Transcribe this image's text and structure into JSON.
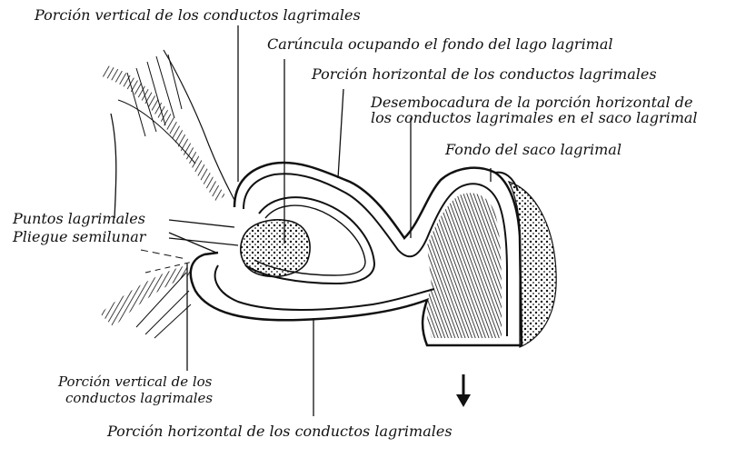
{
  "labels": {
    "vertical_top": "Porción vertical de los conductos lagrimales",
    "caruncula": "Carúncula ocupando el fondo del lago lagrimal",
    "horizontal_top": "Porción horizontal de los conductos lagrimales",
    "desembocadura_line1": "Desembocadura de la porción horizontal de",
    "desembocadura_line2": "los conductos lagrimales en el saco lagrimal",
    "fondo_saco": "Fondo del saco lagrimal",
    "puntos": "Puntos lagrimales",
    "pliegue": "Pliegue semilunar",
    "vertical_bottom_line1": "Porción vertical de los",
    "vertical_bottom_line2": "conductos lagrimales",
    "horizontal_bottom": "Porción horizontal de los conductos lagrimales"
  },
  "icons": {
    "arrow": "down-arrow-icon"
  },
  "colors": {
    "ink": "#111111",
    "background": "#ffffff"
  }
}
